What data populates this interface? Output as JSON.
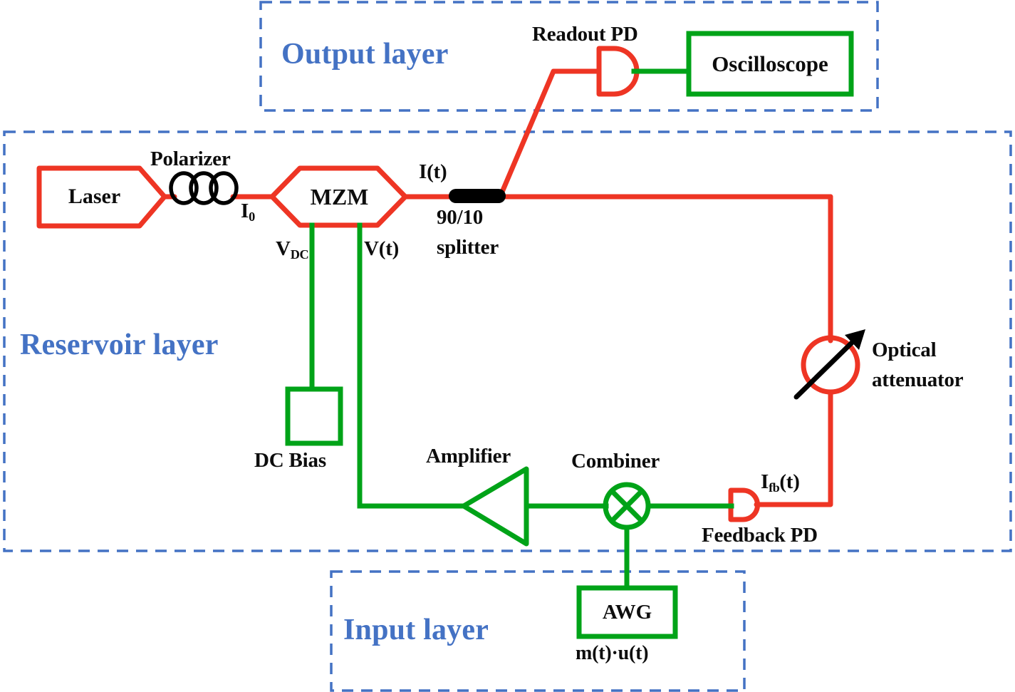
{
  "figure": {
    "type": "optical-reservoir-computing-schematic",
    "colors": {
      "optical_path": "#ee3524",
      "electrical_path": "#00a318",
      "layer_border": "#4472c4",
      "layer_text": "#4472c4",
      "label_text": "#0d0d0d",
      "splitter": "#000000",
      "background": "#ffffff"
    }
  },
  "layers": {
    "output": {
      "title": "Output layer"
    },
    "reservoir": {
      "title": "Reservoir layer"
    },
    "input": {
      "title": "Input layer"
    }
  },
  "components": {
    "laser": {
      "label": "Laser"
    },
    "polarizer": {
      "label": "Polarizer"
    },
    "mzm": {
      "label": "MZM"
    },
    "splitter": {
      "label_line1": "90/10",
      "label_line2": "splitter"
    },
    "readout_pd": {
      "label": "Readout PD"
    },
    "oscilloscope": {
      "label": "Oscilloscope"
    },
    "optical_attenuator": {
      "label_line1": "Optical",
      "label_line2": "attenuator"
    },
    "feedback_pd": {
      "label": "Feedback PD"
    },
    "combiner": {
      "label": "Combiner"
    },
    "amplifier": {
      "label": "Amplifier"
    },
    "dc_bias": {
      "label": "DC Bias"
    },
    "awg": {
      "label": "AWG",
      "output_label_pre": "m(t)",
      "output_label_mid": "·",
      "output_label_post": "u(t)"
    }
  },
  "signals": {
    "i0": {
      "base": "I",
      "sub": "0"
    },
    "it": {
      "text": "I(t)"
    },
    "vdc": {
      "base": "V",
      "sub": "DC"
    },
    "vt": {
      "text": "V(t)"
    },
    "ifb": {
      "base": "I",
      "sub": "fb",
      "tail": "(t)"
    }
  }
}
